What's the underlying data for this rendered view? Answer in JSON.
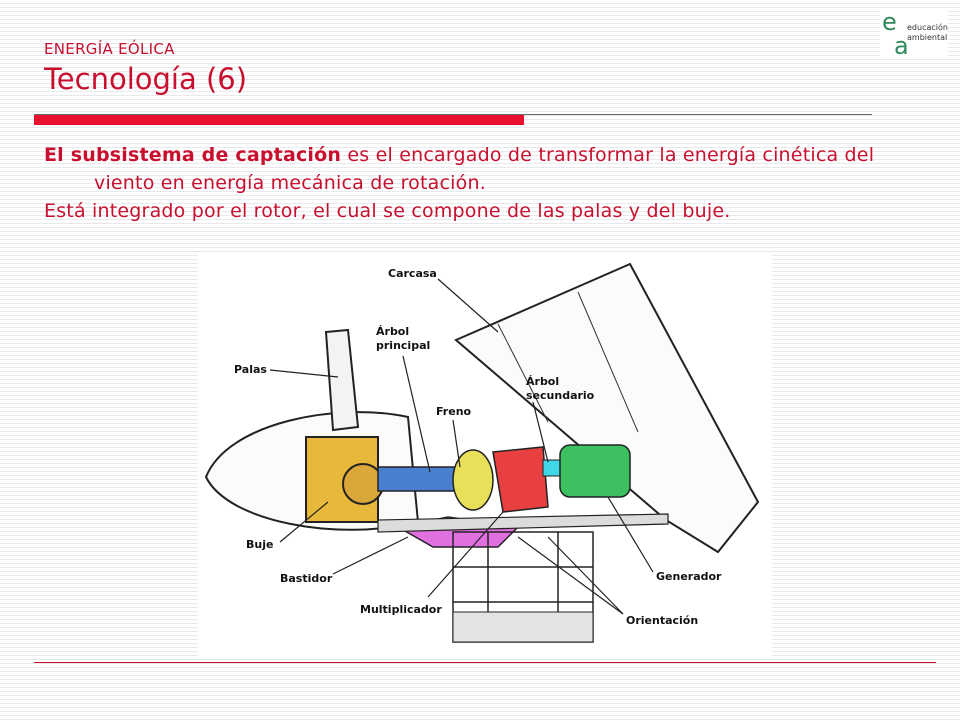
{
  "slide": {
    "section": "ENERGÍA EÓLICA",
    "title": "Tecnología (6)",
    "paragraph1_bold": "El subsistema de captación",
    "paragraph1_rest": " es el encargado de transformar la energía cinética del viento en energía mecánica de rotación.",
    "paragraph2": "Está integrado por el rotor, el cual se compone de las palas y del buje."
  },
  "logo": {
    "line1": "educación",
    "line2": "ambiental"
  },
  "diagram": {
    "labels": {
      "carcasa": "Carcasa",
      "arbol_principal_1": "Árbol",
      "arbol_principal_2": "principal",
      "palas": "Palas",
      "arbol_secundario_1": "Árbol",
      "arbol_secundario_2": "secundario",
      "freno": "Freno",
      "buje": "Buje",
      "bastidor": "Bastidor",
      "multiplicador": "Multiplicador",
      "generador": "Generador",
      "orientacion": "Orientación"
    }
  },
  "colors": {
    "accent": "#c8102e",
    "bar": "#e8102e",
    "logo_green": "#2f8a5a",
    "hub_yellow": "#e8b83a",
    "shaft_blue": "#4a7fd0",
    "brake_yellow": "#e8e05a",
    "gear_red": "#e84040",
    "generator_green": "#3cc060",
    "coupling_cyan": "#40d8e8",
    "frame_magenta": "#e070e0"
  }
}
